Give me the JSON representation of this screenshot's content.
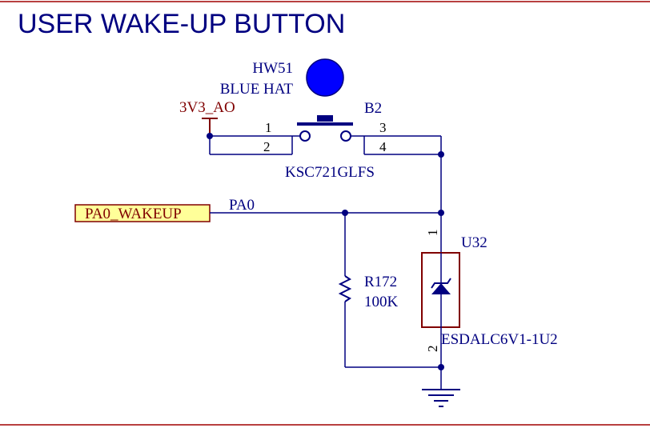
{
  "sheet": {
    "title": "USER WAKE-UP BUTTON",
    "colors": {
      "wire": "#000080",
      "power": "#800000",
      "border": "#a00000",
      "port_fill": "#ffff99",
      "hat": "#0000ff",
      "body_outline": "#800000"
    }
  },
  "hat": {
    "designator": "HW51",
    "name": "BLUE HAT"
  },
  "power": {
    "net": "3V3_AO"
  },
  "button": {
    "designator": "B2",
    "part": "KSC721GLFS",
    "pins": [
      "1",
      "2",
      "3",
      "4"
    ]
  },
  "port": {
    "label": "PA0_WAKEUP"
  },
  "net": {
    "label": "PA0"
  },
  "resistor": {
    "designator": "R172",
    "value": "100K"
  },
  "tvs": {
    "designator": "U32",
    "part": "ESDALC6V1-1U2",
    "pins": [
      "1",
      "2"
    ]
  }
}
